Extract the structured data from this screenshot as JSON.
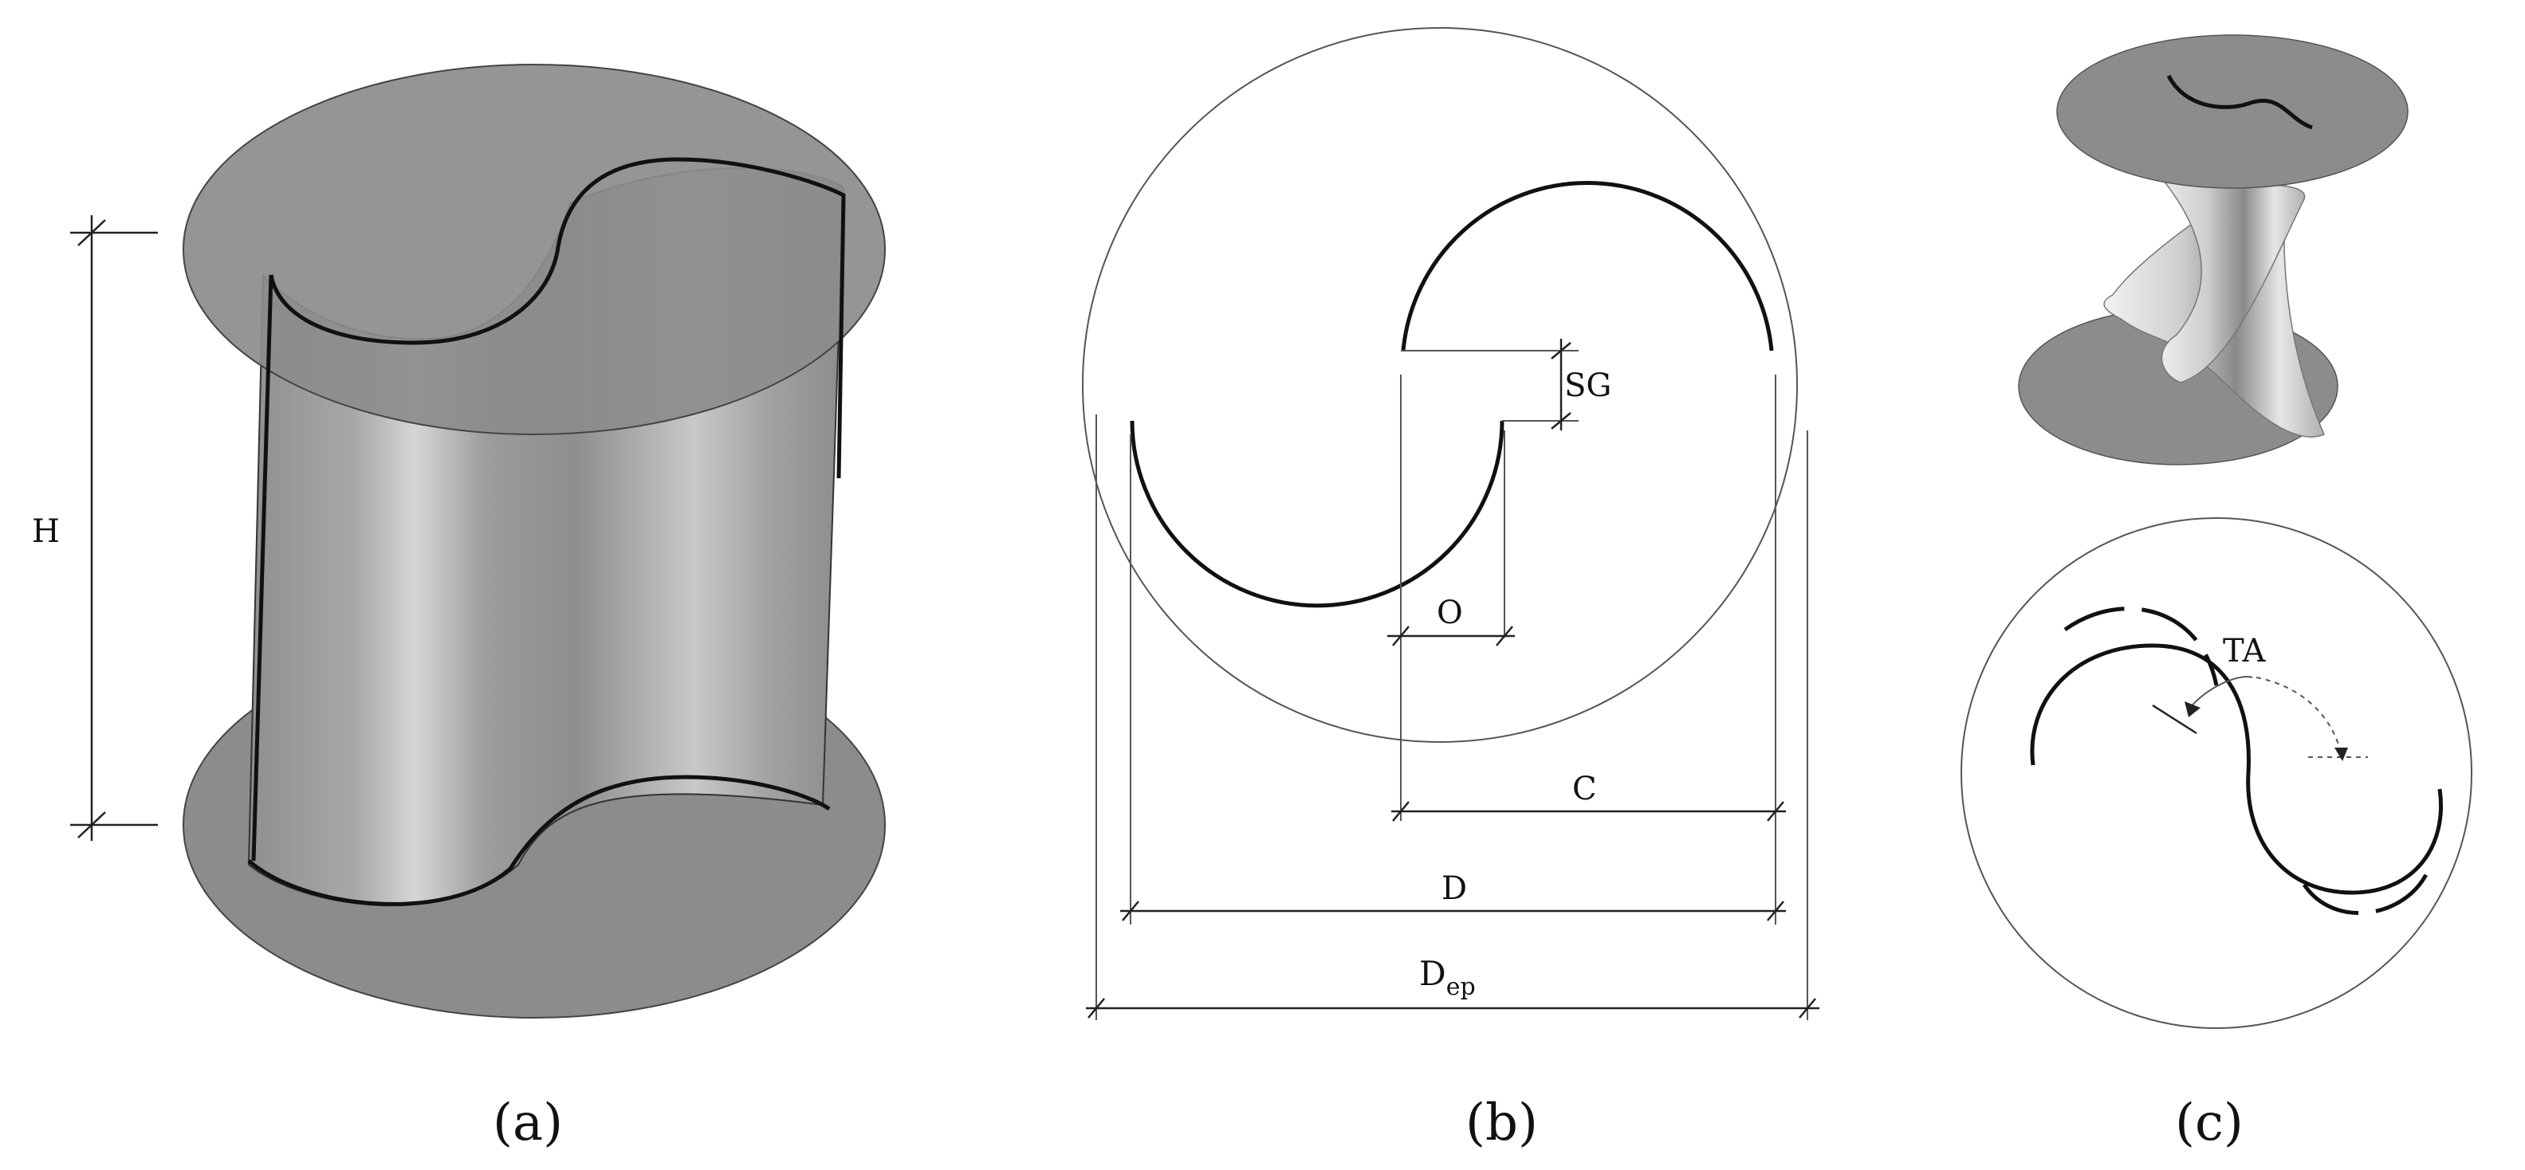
{
  "panels": {
    "a": {
      "caption": "(a)",
      "height_label": "H"
    },
    "b": {
      "caption": "(b)",
      "gap_label": "SG",
      "overlap_label": "O",
      "chord_label": "C",
      "diameter_label": "D",
      "endplate_label_main": "D",
      "endplate_label_sub": "ep"
    },
    "c": {
      "caption": "(c)",
      "twist_label": "TA"
    }
  },
  "colors": {
    "endplate": "#8c8c8c",
    "blade_light": "#d2d2d2",
    "blade_dark": "#8a8a8a",
    "line": "#111111"
  }
}
